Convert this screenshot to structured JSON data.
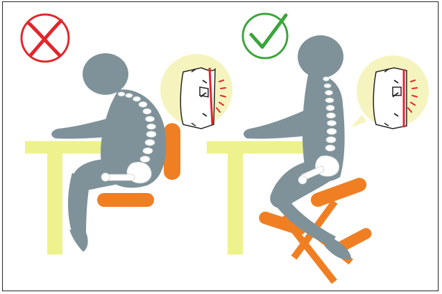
{
  "panels": [
    {
      "id": "incorrect",
      "verdict": "incorrect-posture",
      "mark_icon": "cross-icon",
      "mark_color": "#e2262a"
    },
    {
      "id": "correct",
      "verdict": "correct-posture",
      "mark_icon": "check-icon",
      "mark_color": "#3aa53a"
    }
  ],
  "colors": {
    "figure": "#7f9299",
    "figure_dark": "#64777e",
    "desk": "#eef28c",
    "cushion": "#ef7f22",
    "bubble": "#f6f4be",
    "spine": "#ffffff",
    "nerve": "#e2262a"
  }
}
